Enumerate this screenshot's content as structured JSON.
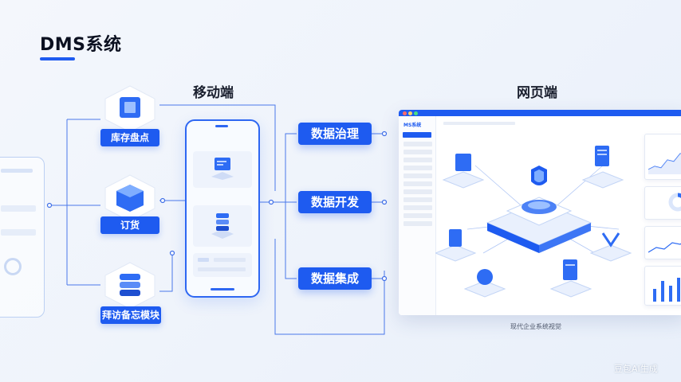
{
  "header": {
    "title": "DMS系统"
  },
  "sections": {
    "mobile": "移动端",
    "web": "网页端"
  },
  "modules": [
    {
      "label": "库存盘点",
      "icon": "box-cube-icon"
    },
    {
      "label": "订货",
      "icon": "package-icon"
    },
    {
      "label": "拜访备忘模块",
      "icon": "stack-database-icon"
    }
  ],
  "stages": [
    {
      "label": "数据治理"
    },
    {
      "label": "数据开发"
    },
    {
      "label": "数据集成"
    }
  ],
  "browser": {
    "logo": "MS系统"
  },
  "caption": "现代企业系统视觉",
  "watermark": "豆包AI生成",
  "colors": {
    "accent": "#1e5bf0",
    "line": "#3f6fe8",
    "soft": "#dbe6fb"
  }
}
